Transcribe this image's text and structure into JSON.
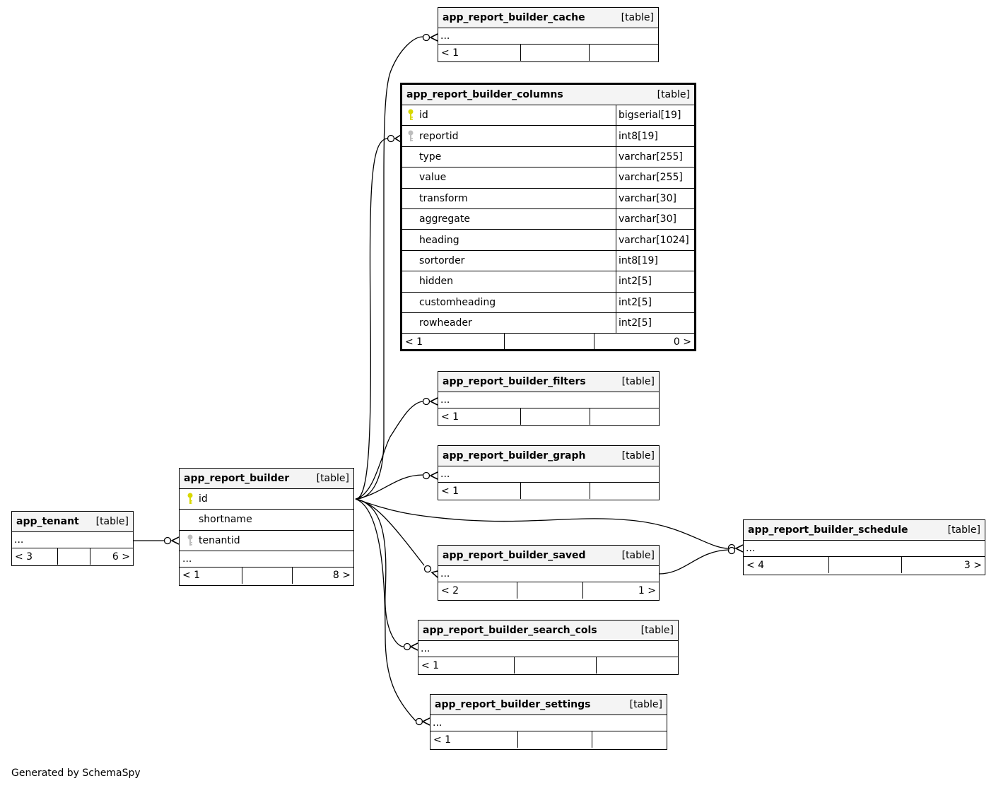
{
  "tables": {
    "app_report_builder_cache": {
      "name": "app_report_builder_cache",
      "type": "[table]",
      "ellipsis": "...",
      "parents": "< 1",
      "children": ""
    },
    "app_report_builder_columns": {
      "name": "app_report_builder_columns",
      "type": "[table]",
      "columns": [
        {
          "name": "id",
          "datatype": "bigserial[19]",
          "key": "primary"
        },
        {
          "name": "reportid",
          "datatype": "int8[19]",
          "key": "foreign"
        },
        {
          "name": "type",
          "datatype": "varchar[255]",
          "key": ""
        },
        {
          "name": "value",
          "datatype": "varchar[255]",
          "key": ""
        },
        {
          "name": "transform",
          "datatype": "varchar[30]",
          "key": ""
        },
        {
          "name": "aggregate",
          "datatype": "varchar[30]",
          "key": ""
        },
        {
          "name": "heading",
          "datatype": "varchar[1024]",
          "key": ""
        },
        {
          "name": "sortorder",
          "datatype": "int8[19]",
          "key": ""
        },
        {
          "name": "hidden",
          "datatype": "int2[5]",
          "key": ""
        },
        {
          "name": "customheading",
          "datatype": "int2[5]",
          "key": ""
        },
        {
          "name": "rowheader",
          "datatype": "int2[5]",
          "key": ""
        }
      ],
      "parents": "< 1",
      "children": "0 >"
    },
    "app_report_builder_filters": {
      "name": "app_report_builder_filters",
      "type": "[table]",
      "ellipsis": "...",
      "parents": "< 1",
      "children": ""
    },
    "app_report_builder_graph": {
      "name": "app_report_builder_graph",
      "type": "[table]",
      "ellipsis": "...",
      "parents": "< 1",
      "children": ""
    },
    "app_report_builder": {
      "name": "app_report_builder",
      "type": "[table]",
      "columns": [
        {
          "name": "id",
          "key": "primary"
        },
        {
          "name": "shortname",
          "key": ""
        },
        {
          "name": "tenantid",
          "key": "foreign"
        }
      ],
      "ellipsis": "...",
      "parents": "< 1",
      "children": "8 >"
    },
    "app_tenant": {
      "name": "app_tenant",
      "type": "[table]",
      "ellipsis": "...",
      "parents": "< 3",
      "children": "6 >"
    },
    "app_report_builder_schedule": {
      "name": "app_report_builder_schedule",
      "type": "[table]",
      "ellipsis": "...",
      "parents": "< 4",
      "children": "3 >"
    },
    "app_report_builder_saved": {
      "name": "app_report_builder_saved",
      "type": "[table]",
      "ellipsis": "...",
      "parents": "< 2",
      "children": "1 >"
    },
    "app_report_builder_search_cols": {
      "name": "app_report_builder_search_cols",
      "type": "[table]",
      "ellipsis": "...",
      "parents": "< 1",
      "children": ""
    },
    "app_report_builder_settings": {
      "name": "app_report_builder_settings",
      "type": "[table]",
      "ellipsis": "...",
      "parents": "< 1",
      "children": ""
    }
  },
  "colors": {
    "primary_key": "#d8d800",
    "foreign_key": "#bdbdbd",
    "header_bg": "#f4f4f4"
  },
  "footer": "Generated by SchemaSpy"
}
